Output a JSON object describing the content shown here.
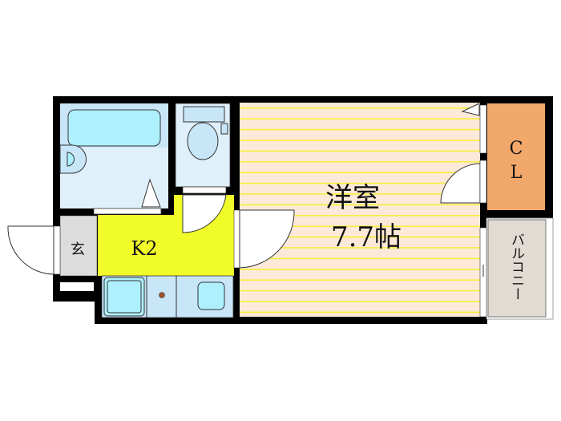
{
  "rooms": {
    "western_room": {
      "name": "洋室",
      "size": "7.7帖"
    },
    "kitchen": {
      "name": "K2"
    },
    "entrance": {
      "name": "玄"
    },
    "closet": {
      "name": "CL"
    },
    "balcony": {
      "name": "バルコニー"
    }
  },
  "colors": {
    "wall": "#000000",
    "western_room_floor": "#fde9d9",
    "western_room_stripes": "#f7ef3a",
    "kitchen_floor": "#f2fb2a",
    "bath": "#dff0fb",
    "bathtub": "#aef0fd",
    "closet": "#f2a86a",
    "balcony": "#e2dbd4",
    "entrance": "#dcdcdc"
  }
}
